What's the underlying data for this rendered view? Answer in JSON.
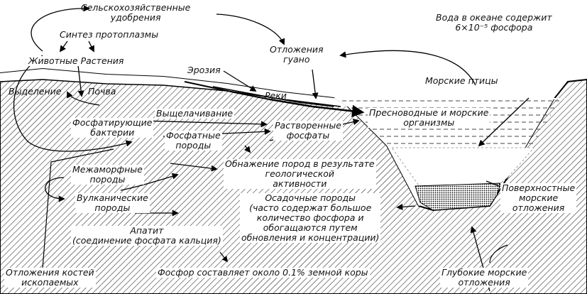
{
  "labels": {
    "fertilizers": [
      "Сельскохозяйственные",
      "удобрения"
    ],
    "protoplasm": "Синтез протоплазмы",
    "animals_plants": "Животные Растения",
    "erosion": "Эрозия",
    "guano": [
      "Отложения",
      "гуано"
    ],
    "ocean_water": [
      "Вода в океане содержит",
      "6×10⁻⁵ фосфора"
    ],
    "seabirds": "Морские птицы",
    "excretion": "Выделение",
    "soil": "Почва",
    "rivers": "Реки",
    "organisms": [
      "Пресноводные и морские",
      "организмы"
    ],
    "leaching": "Выщелачивание",
    "bacteria": [
      "Фосфатирующие",
      "бактерии"
    ],
    "dissolved": [
      "Растворенные",
      "фосфаты"
    ],
    "phosphate_rocks": [
      "Фосфатные",
      "породы"
    ],
    "exposure": [
      "Обнажение пород в результате",
      "геологической",
      "активности"
    ],
    "intermorph": [
      "Межаморфные",
      "породы"
    ],
    "volcanic": [
      "Вулканические",
      "породы"
    ],
    "sedimentary": [
      "Осадочные породы",
      "(часто содержат большое",
      "количество фосфора и",
      "обогащаются путем",
      "обновления и концентрации)"
    ],
    "apatite": [
      "Апатит",
      "(соединение фосфата кальция)"
    ],
    "surface_deposits": [
      "Поверхностные",
      "морские",
      "отложения"
    ],
    "fossil_bones": [
      "Отложения костей",
      "ископаемых"
    ],
    "crust": "Фосфор составляет около 0.1% земной коры",
    "deep_deposits": [
      "Глубокие морские",
      "отложения"
    ]
  }
}
